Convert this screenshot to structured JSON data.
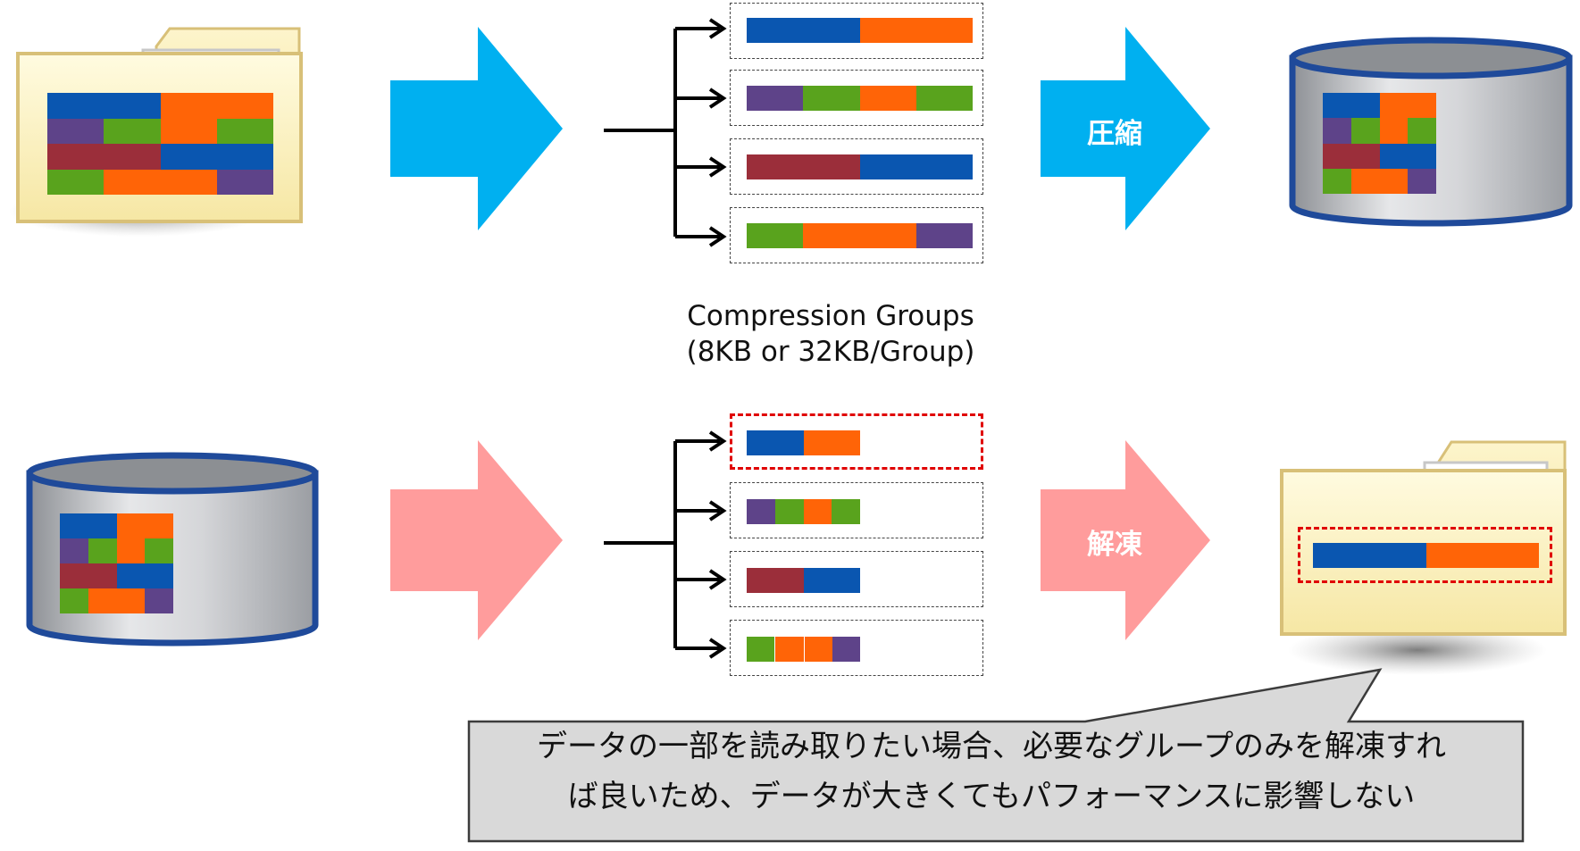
{
  "caption": {
    "line1": "Compression Groups",
    "line2": "(8KB or 32KB/Group)"
  },
  "arrows": {
    "compress_label": "圧縮",
    "decompress_label": "解凍"
  },
  "callout": {
    "line1": "データの一部を読み取りたい場合、必要なグループのみを解凍すれ",
    "line2": "ば良いため、データが大きくてもパフォーマンスに影響しない"
  },
  "colors": {
    "blue": "#0a56b0",
    "orange": "#ff6407",
    "purple": "#5e4389",
    "green": "#59a31d",
    "red": "#9b2e3a",
    "compress_arrow": "#00b0f0",
    "decompress_arrow": "#ff9c9c",
    "highlight": "#e00000"
  },
  "icons": [
    "folder-icon",
    "database-cylinder-icon",
    "large-arrow-icon",
    "branch-connector-icon"
  ]
}
